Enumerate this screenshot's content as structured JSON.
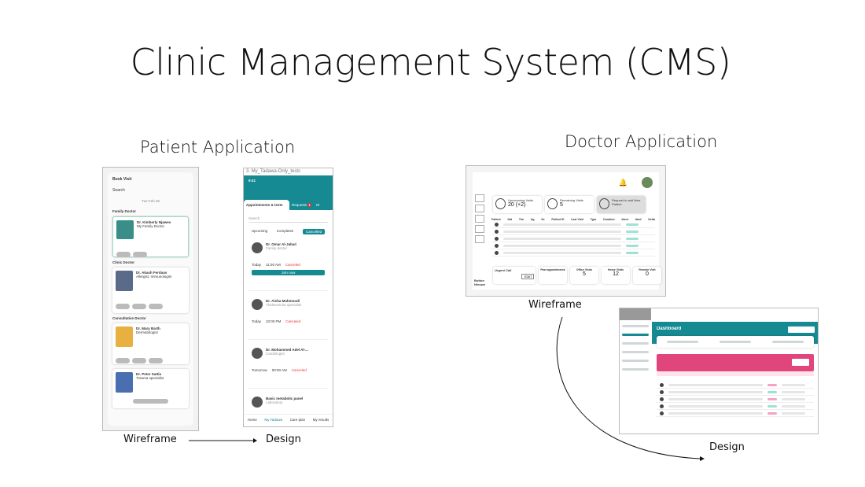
{
  "title": "Clinic Management System (CMS)",
  "patient": {
    "heading": "Patient Application",
    "wireframe_label": "Wireframe",
    "design_label": "Design",
    "wireframe": {
      "screen_title": "Book Visit",
      "search": "Search",
      "date": "Tue Feb 28",
      "sections": [
        {
          "title": "Family Doctor",
          "doctor": "Dr. Kimberly Njawes",
          "role": "My Family Doctor"
        },
        {
          "title": "Clinic Doctor",
          "doctor": "Dr. Akash Ferdaus",
          "role": "Allergist, Immunologist"
        },
        {
          "title": "Consultative Doctor",
          "doctor": "Dr. Mary Barth",
          "role": "Dermatologist"
        },
        {
          "title": "",
          "doctor": "Dr. Peter Sattia",
          "role": "Trauma specialist"
        }
      ]
    },
    "design": {
      "window_title": "3. My_Tadawa-Only_tests",
      "time": "9:41",
      "tabs": [
        "Appointments & tests",
        "Requests",
        "Or"
      ],
      "requests_badge": "1",
      "search": "Search",
      "filters": [
        "Upcoming",
        "Completed",
        "Cancelled"
      ],
      "active_filter": "Cancelled",
      "appointments": [
        {
          "doctor": "Dr. Omar Al-Jabari",
          "role": "Family doctor",
          "date": "Today",
          "time": "11:00 AM",
          "status": "Canceled",
          "action": "Join now"
        },
        {
          "doctor": "Dr. Aisha Mahmoudi",
          "role": "Thalassemia specialist",
          "date": "Today",
          "time": "10:00 PM",
          "status": "Canceled"
        },
        {
          "doctor": "Dr. Mohammed Adel Al-...",
          "role": "Cardiologist",
          "date": "Tomorrow",
          "time": "00:00 AM",
          "status": "Canceled"
        },
        {
          "doctor": "Basic metabolic panel",
          "role": "Laboratory"
        }
      ],
      "nav": [
        "Home",
        "My Tadawa",
        "Care plan",
        "My results"
      ]
    }
  },
  "doctor": {
    "heading": "Doctor Application",
    "wireframe_label": "Wireframe",
    "design_label": "Design",
    "wireframe": {
      "stats": [
        {
          "label": "Upcomming Visits",
          "value": "20 (+2)"
        },
        {
          "label": "Remaining Visits",
          "value": "5"
        },
        {
          "label": "Request to add New Patient",
          "value": ""
        }
      ],
      "columns": [
        "Patient",
        "Dat",
        "Tim",
        "Ag",
        "Se",
        "Patient ID",
        "Last Visit",
        "Type",
        "Duration",
        "Ident",
        "Atnd",
        "Delta"
      ],
      "urgent_call": "Urgent Call",
      "start": "Start",
      "bottom": [
        {
          "label": "Past appointments",
          "value": ""
        },
        {
          "label": "Office Visits",
          "value": "5"
        },
        {
          "label": "Home Visits",
          "value": "12"
        },
        {
          "label": "Remote Visit",
          "value": "0"
        }
      ],
      "sidebar_footer": "Button Nieuwe"
    },
    "design": {
      "page_title": "Dashboard",
      "colors": {
        "accent": "#168a93",
        "alert": "#e0457b"
      }
    }
  }
}
